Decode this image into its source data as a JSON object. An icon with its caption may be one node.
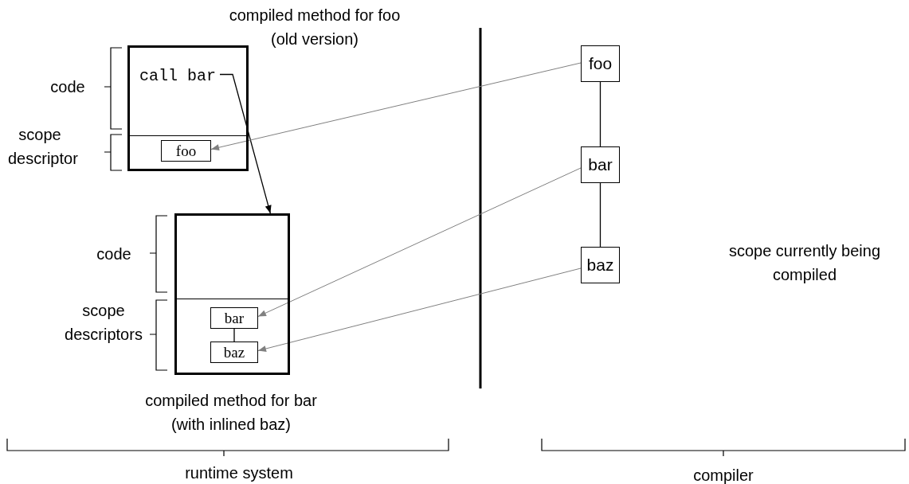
{
  "diagram": {
    "nodes": [
      {
        "text": [
          "compiled method for foo (old version)"
        ]
      },
      {
        "text": [
          "call bar"
        ],
        "in": 0
      },
      {
        "text": [
          "foo"
        ],
        "in": 0
      },
      {
        "text": [
          "compiled method for bar (with inlined baz)"
        ]
      },
      {
        "text": [
          "bar"
        ],
        "in": 3
      },
      {
        "text": [
          "baz"
        ],
        "in": 3
      },
      {
        "text": [
          "foo"
        ]
      },
      {
        "text": [
          "bar"
        ]
      },
      {
        "text": [
          "baz"
        ]
      }
    ],
    "edges": [
      {
        "from": 1,
        "to": 3,
        "arrow": "to"
      },
      {
        "from": 6,
        "to": 2,
        "arrow": "to",
        "color": "#808080"
      },
      {
        "from": 7,
        "to": 4,
        "arrow": "to",
        "color": "#808080"
      },
      {
        "from": 8,
        "to": 5,
        "arrow": "to",
        "color": "#808080"
      },
      {
        "from": 4,
        "to": 5,
        "arrow": "none"
      },
      {
        "from": 6,
        "to": 7,
        "arrow": "none"
      },
      {
        "from": 7,
        "to": 8,
        "arrow": "none"
      }
    ],
    "labels": [
      "code",
      "scope descriptor",
      "code",
      "scope descriptors",
      "scope currently being compiled",
      "runtime system",
      "compiler"
    ]
  }
}
